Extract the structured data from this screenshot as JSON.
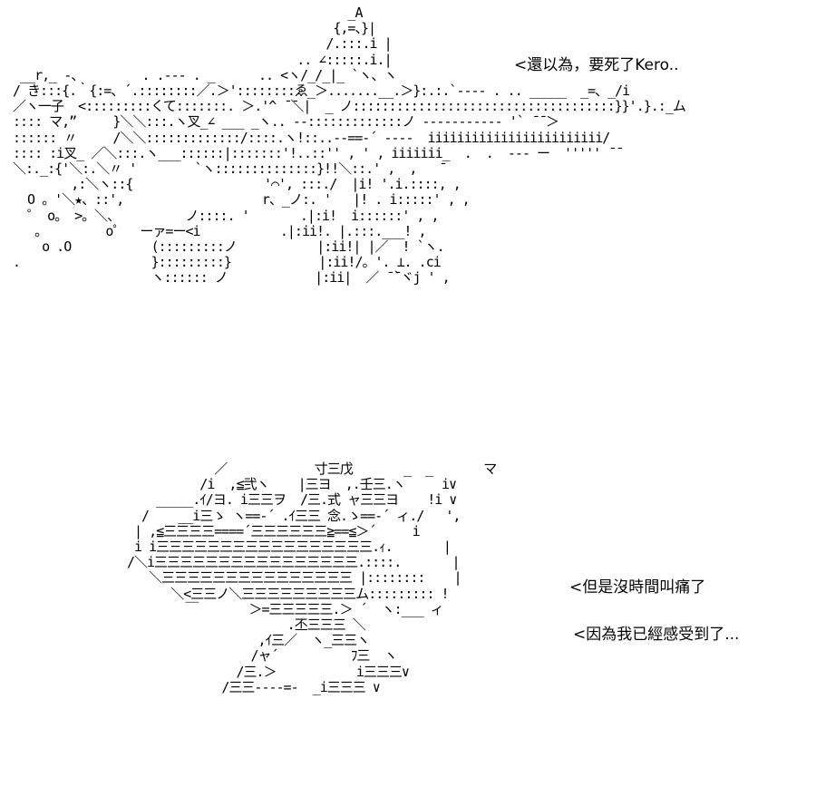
{
  "captions": {
    "top": "<還以為，要死了Kero..",
    "middle": "<但是沒時間叫痛了",
    "bottom": "<因為我已經感受到了..."
  },
  "art": {
    "top": [
      "                                              _A",
      "                                            {,=、}|",
      "                                           /.:::.i |",
      "                                       .. ∠:::::.i.|",
      " __r,_ -、        . .--- . _      .. <ヽ/_/_|_ `ヽ、ヽ",
      "/ き:::{.｀{:=、´.::::::::／.＞'::::::::ゑ_＞.......__.＞}:.:.`---- . .. _____  _=、_/i",
      "／ヽ一子  <:::::::::くて:::::::. ＞.'^ ̄ ̄＼|  _ ノ::::::::::::::::::::::::::::::::::::}}'.}.:_ム",
      ":::: マ,”     }＼＼:::.ヽ叉_∠ ___ _ヽ.. --:::::::::::::ノ ----------- '` ̄ ̄ ＞",
      ":::::: 〃     /＼＼:::::::::::::/::::.ヽ!::..--==-´ ----  iiiiiiiiiiiiiiiiiiiiiiii/",
      ":::: :i叉_ ／＼:::.ヽ___::::::|:::::::'!..::'' , ' , iiiiiii_  .  .  --- ー  ''''' ̄ ̄",
      "＼:._:{'＼:.＼〃 '        `ヽ::::::::::::::}!!＼::.' ,  ,   ̄",
      "        ,:＼ヽ::{                  '⌒', :::./  |i! '.i.::::, ,",
      "  O 。'＼★、::',                   r、_ノ:. '   |! . i:::::' , ,",
      "  ゜ o。 >。＼、         ノ::::. '       .|:i!  i::::::' , ,",
      "   。        o゜  ーァ=ー<i           .|:ii!. |.:::.___! ,",
      "    o .O           (:::::::::ノ           |:ii!| |／  ! `ヽ.",
      ".                  }:::::::::}            |:ii!/。'. ⊥. .ci",
      "                   ヽ:::::: ノ            |:ii|  ／ ̄ ̄`ヾj ' ,"
    ],
    "bottom": [
      "            ／            寸三戊       _  _       マ",
      "          /i  ,≦弐ヽ    |三ヨ  ,.壬三.ヽ     i∨",
      "    _____.ｲ/ヨ. i三三ヲ  /三.式 ャ三三ヨ    !i ∨",
      "  /    __i三ゝ ヽ==-´ .ｲ三三 念.ゝ==-´ ィ./   ',",
      " | ,≦三三三三====´三三三三三三≧==≦＞´     i",
      " i i三三三三三三三三三三三三三三三三三.ｨ.       |",
      "/＼i三三三三三三三三三三三三三三三三.::::.       |",
      "   ＼三三三三三三三三三三三三三三三 |::::::::    |",
      "      ＼<三三ノ＼三三三三三三三三三ム::::::::: !",
      "        ￣       ＞=三三三三三.＞ ´  ヽ:___ ィ",
      "                      .丕三三三 ＼",
      "                  ,ｲ三／  ヽ_三三ヽ",
      "                 /ャ´          ﾌ三  ヽ",
      "               /三.＞           i三三三∨",
      "             /三三----=-  _i三三三 ∨"
    ]
  }
}
